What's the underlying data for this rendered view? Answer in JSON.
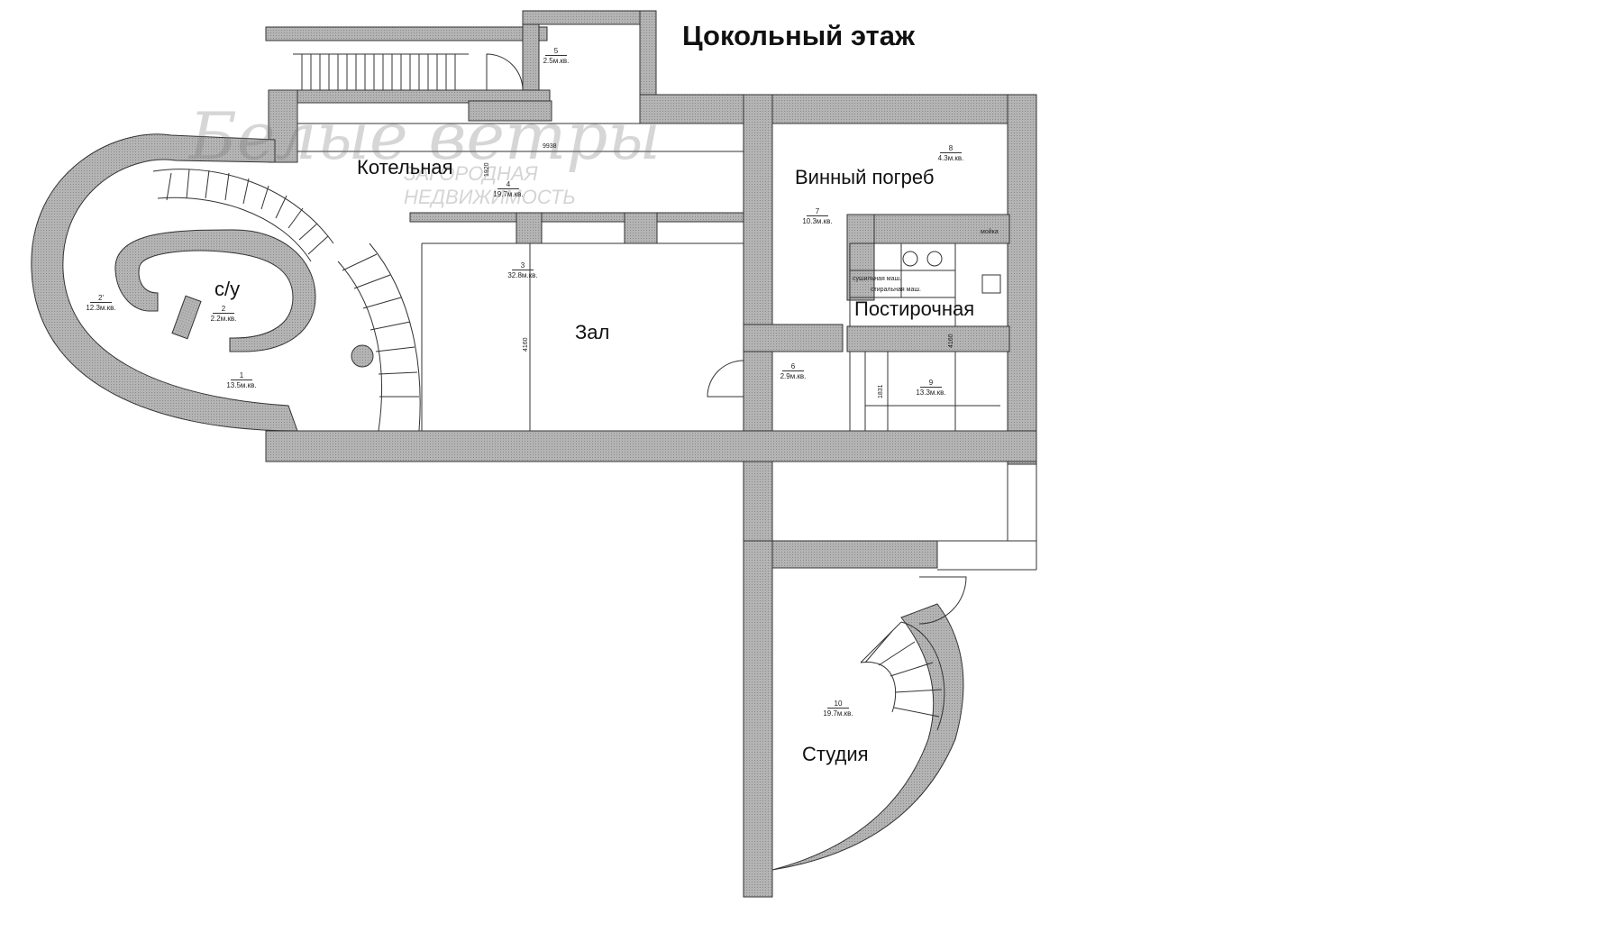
{
  "title": "Цокольный этаж",
  "watermark": {
    "logo": "Белые ветры",
    "line1": "ЗАГОРОДНАЯ",
    "line2": "НЕДВИЖИМОСТЬ"
  },
  "rooms": {
    "boiler": {
      "label": "Котельная",
      "number": "4",
      "area": "19.7м.кв."
    },
    "hall": {
      "label": "Зал",
      "number": "3",
      "area": "32.8м.кв."
    },
    "wine": {
      "label": "Винный погреб",
      "number": "8",
      "area": "4.3м.кв."
    },
    "room7": {
      "number": "7",
      "area": "10.3м.кв."
    },
    "laundry": {
      "label": "Постирочная",
      "number": "9",
      "area": "13.3м.кв."
    },
    "wc": {
      "label": "с/у",
      "number": "2",
      "area": "2.2м.кв."
    },
    "room2b": {
      "number": "2'",
      "area": "12.3м.кв."
    },
    "room1": {
      "number": "1",
      "area": "13.5м.кв."
    },
    "room5": {
      "number": "5",
      "area": "2.5м.кв."
    },
    "room6": {
      "number": "6",
      "area": "2.9м.кв."
    },
    "studio": {
      "label": "Студия",
      "number": "10",
      "area": "19.7м.кв."
    }
  },
  "dimensions": {
    "boiler_width": "9938",
    "boiler_depth": "1920",
    "hall_height": "4160",
    "laundry_height": "4160",
    "laundry_small": "1831"
  },
  "fixtures": {
    "sink": "мойка",
    "dryer": "сушильная маш.",
    "washer": "стиральная маш."
  },
  "colors": {
    "wall": "#a9a9a9",
    "line": "#222222",
    "background": "#ffffff"
  }
}
